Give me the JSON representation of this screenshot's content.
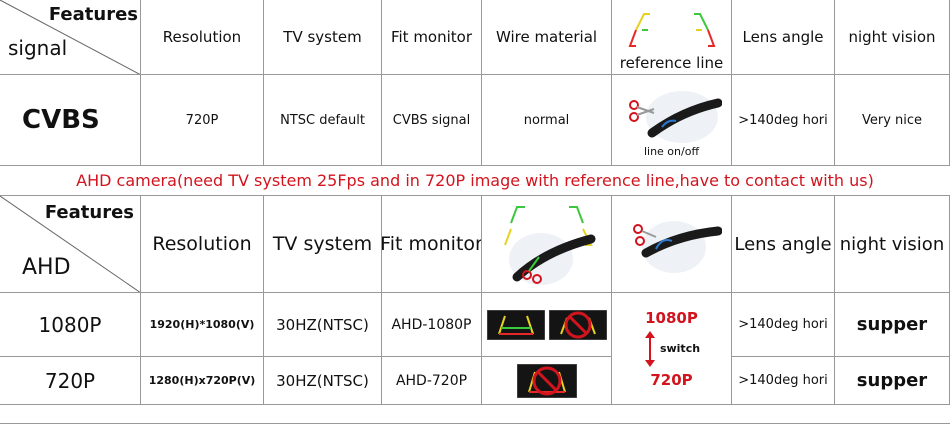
{
  "cvbs": {
    "features_label": "Features",
    "signal_label": "signal",
    "headers": [
      "Resolution",
      "TV system",
      "Fit monitor",
      "Wire material",
      "reference line",
      "Lens angle",
      "night vision"
    ],
    "row_label": "CVBS",
    "values": [
      "720P",
      "NTSC default",
      "CVBS signal",
      "normal",
      "line on/off",
      ">140deg hori",
      "Very nice"
    ]
  },
  "banner": "AHD camera(need TV system 25Fps  and in 720P image with reference line,have to contact with us)",
  "ahd": {
    "features_label": "Features",
    "signal_label": "AHD",
    "headers": [
      "Resolution",
      "TV system",
      "Fit monitor",
      "Lens angle",
      "night vision"
    ],
    "rows": [
      {
        "label": "1080P",
        "resolution": "1920(H)*1080(V)",
        "tv": "30HZ(NTSC)",
        "monitor": "AHD-1080P",
        "lens": ">140deg hori",
        "night": "supper"
      },
      {
        "label": "720P",
        "resolution": "1280(H)x720P(V)",
        "tv": "30HZ(NTSC)",
        "monitor": "AHD-720P",
        "lens": ">140deg hori",
        "night": "supper"
      }
    ],
    "switch": {
      "top": "1080P",
      "label": "switch",
      "bottom": "720P"
    }
  },
  "colors": {
    "accent_red": "#d2141e",
    "border": "#999999",
    "guide_green": "#3cc83c",
    "guide_yellow": "#e6d21e",
    "guide_red": "#e62828"
  },
  "icons": [
    "camera-cable-icon",
    "scissors-icon",
    "guide-lines-icon",
    "no-sign-icon",
    "double-arrow-icon"
  ]
}
